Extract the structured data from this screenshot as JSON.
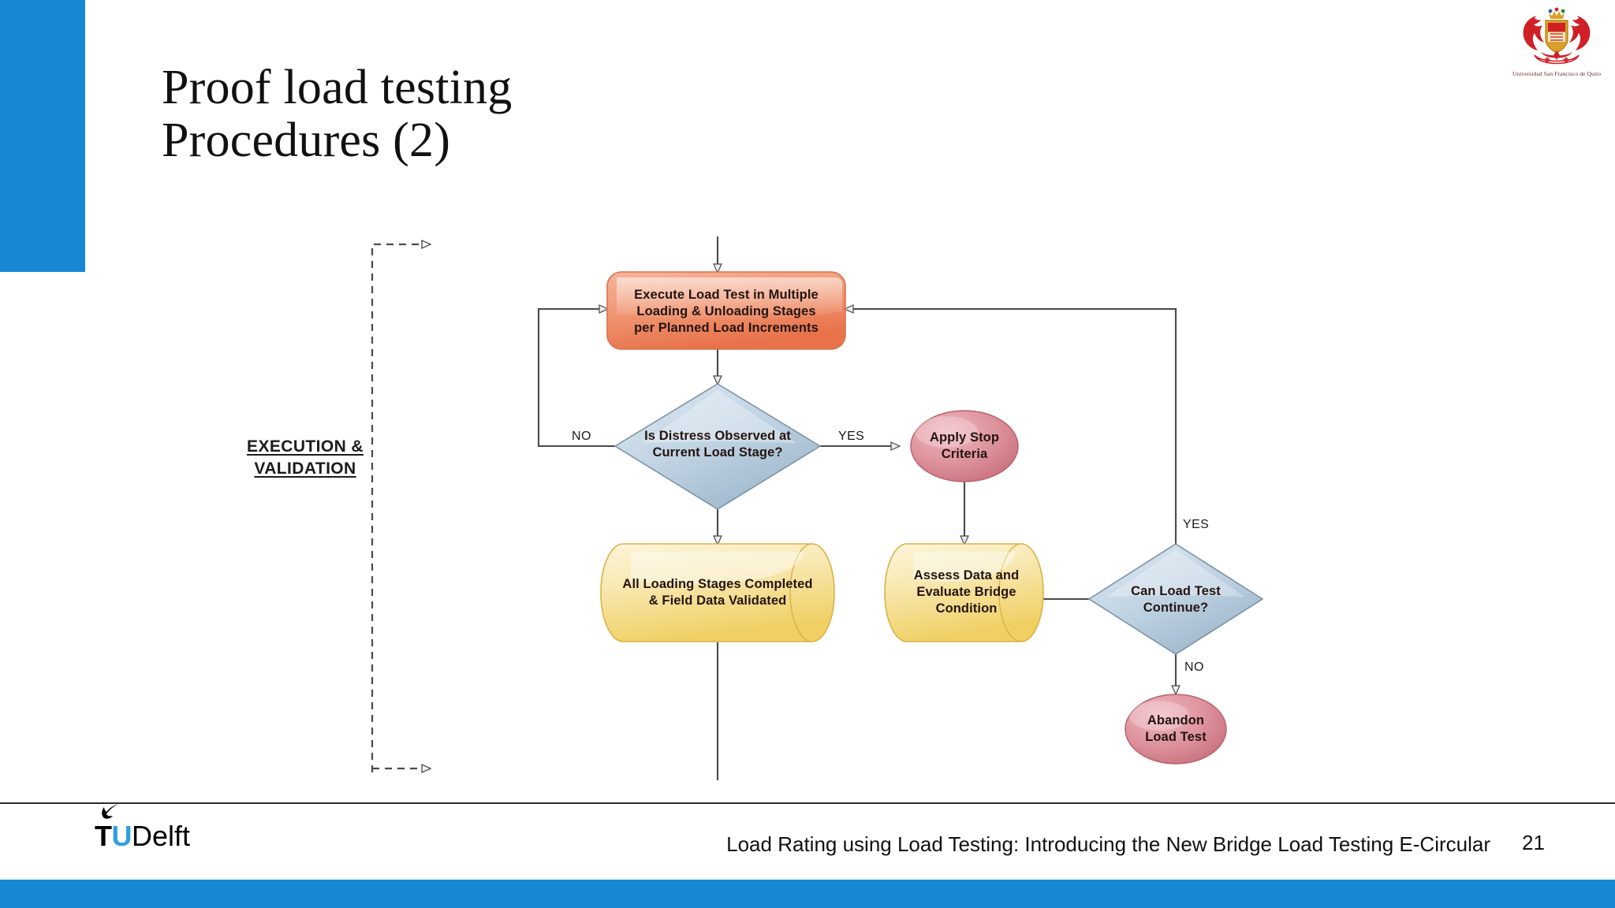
{
  "slide": {
    "title": "Proof load testing\nProcedures (2)",
    "accent_color": "#1787d4",
    "page_number": "21",
    "footer_text": "Load Rating using Load Testing: Introducing the New Bridge Load Testing E-Circular"
  },
  "university_logo": {
    "name": "Universidad San Francisco de Quito",
    "crest_color": "#cf2027"
  },
  "tud_logo": {
    "t": "T",
    "u": "U",
    "delft": "Delft",
    "u_color": "#2f9fe0"
  },
  "diagram": {
    "stage_label_line1": "EXECUTION &",
    "stage_label_line2": "VALIDATION",
    "nodes": [
      {
        "id": "execute-load-test",
        "shape": "rounded-rect",
        "color": "#ef8a6a",
        "text": "Execute Load Test in Multiple\nLoading & Unloading Stages\nper Planned Load Increments"
      },
      {
        "id": "is-distress-observed",
        "shape": "diamond",
        "color": "#b9cede",
        "text": "Is Distress Observed at\nCurrent Load Stage?"
      },
      {
        "id": "apply-stop-criteria",
        "shape": "ellipse",
        "color": "#d98a94",
        "text": "Apply Stop\nCriteria"
      },
      {
        "id": "all-loading-stages-completed",
        "shape": "cylinder",
        "color": "#f5de9a",
        "text": "All Loading Stages Completed\n& Field Data Validated"
      },
      {
        "id": "assess-data-evaluate-bridge",
        "shape": "cylinder",
        "color": "#f5de9a",
        "text": "Assess Data and\nEvaluate Bridge\nCondition"
      },
      {
        "id": "can-load-test-continue",
        "shape": "diamond",
        "color": "#b9cede",
        "text": "Can Load Test\nContinue?"
      },
      {
        "id": "abandon-load-test",
        "shape": "ellipse",
        "color": "#d98a94",
        "text": "Abandon\nLoad Test"
      }
    ],
    "edge_labels": [
      {
        "id": "distress-no",
        "text": "NO"
      },
      {
        "id": "distress-yes",
        "text": "YES"
      },
      {
        "id": "continue-yes",
        "text": "YES"
      },
      {
        "id": "continue-no",
        "text": "NO"
      }
    ]
  }
}
